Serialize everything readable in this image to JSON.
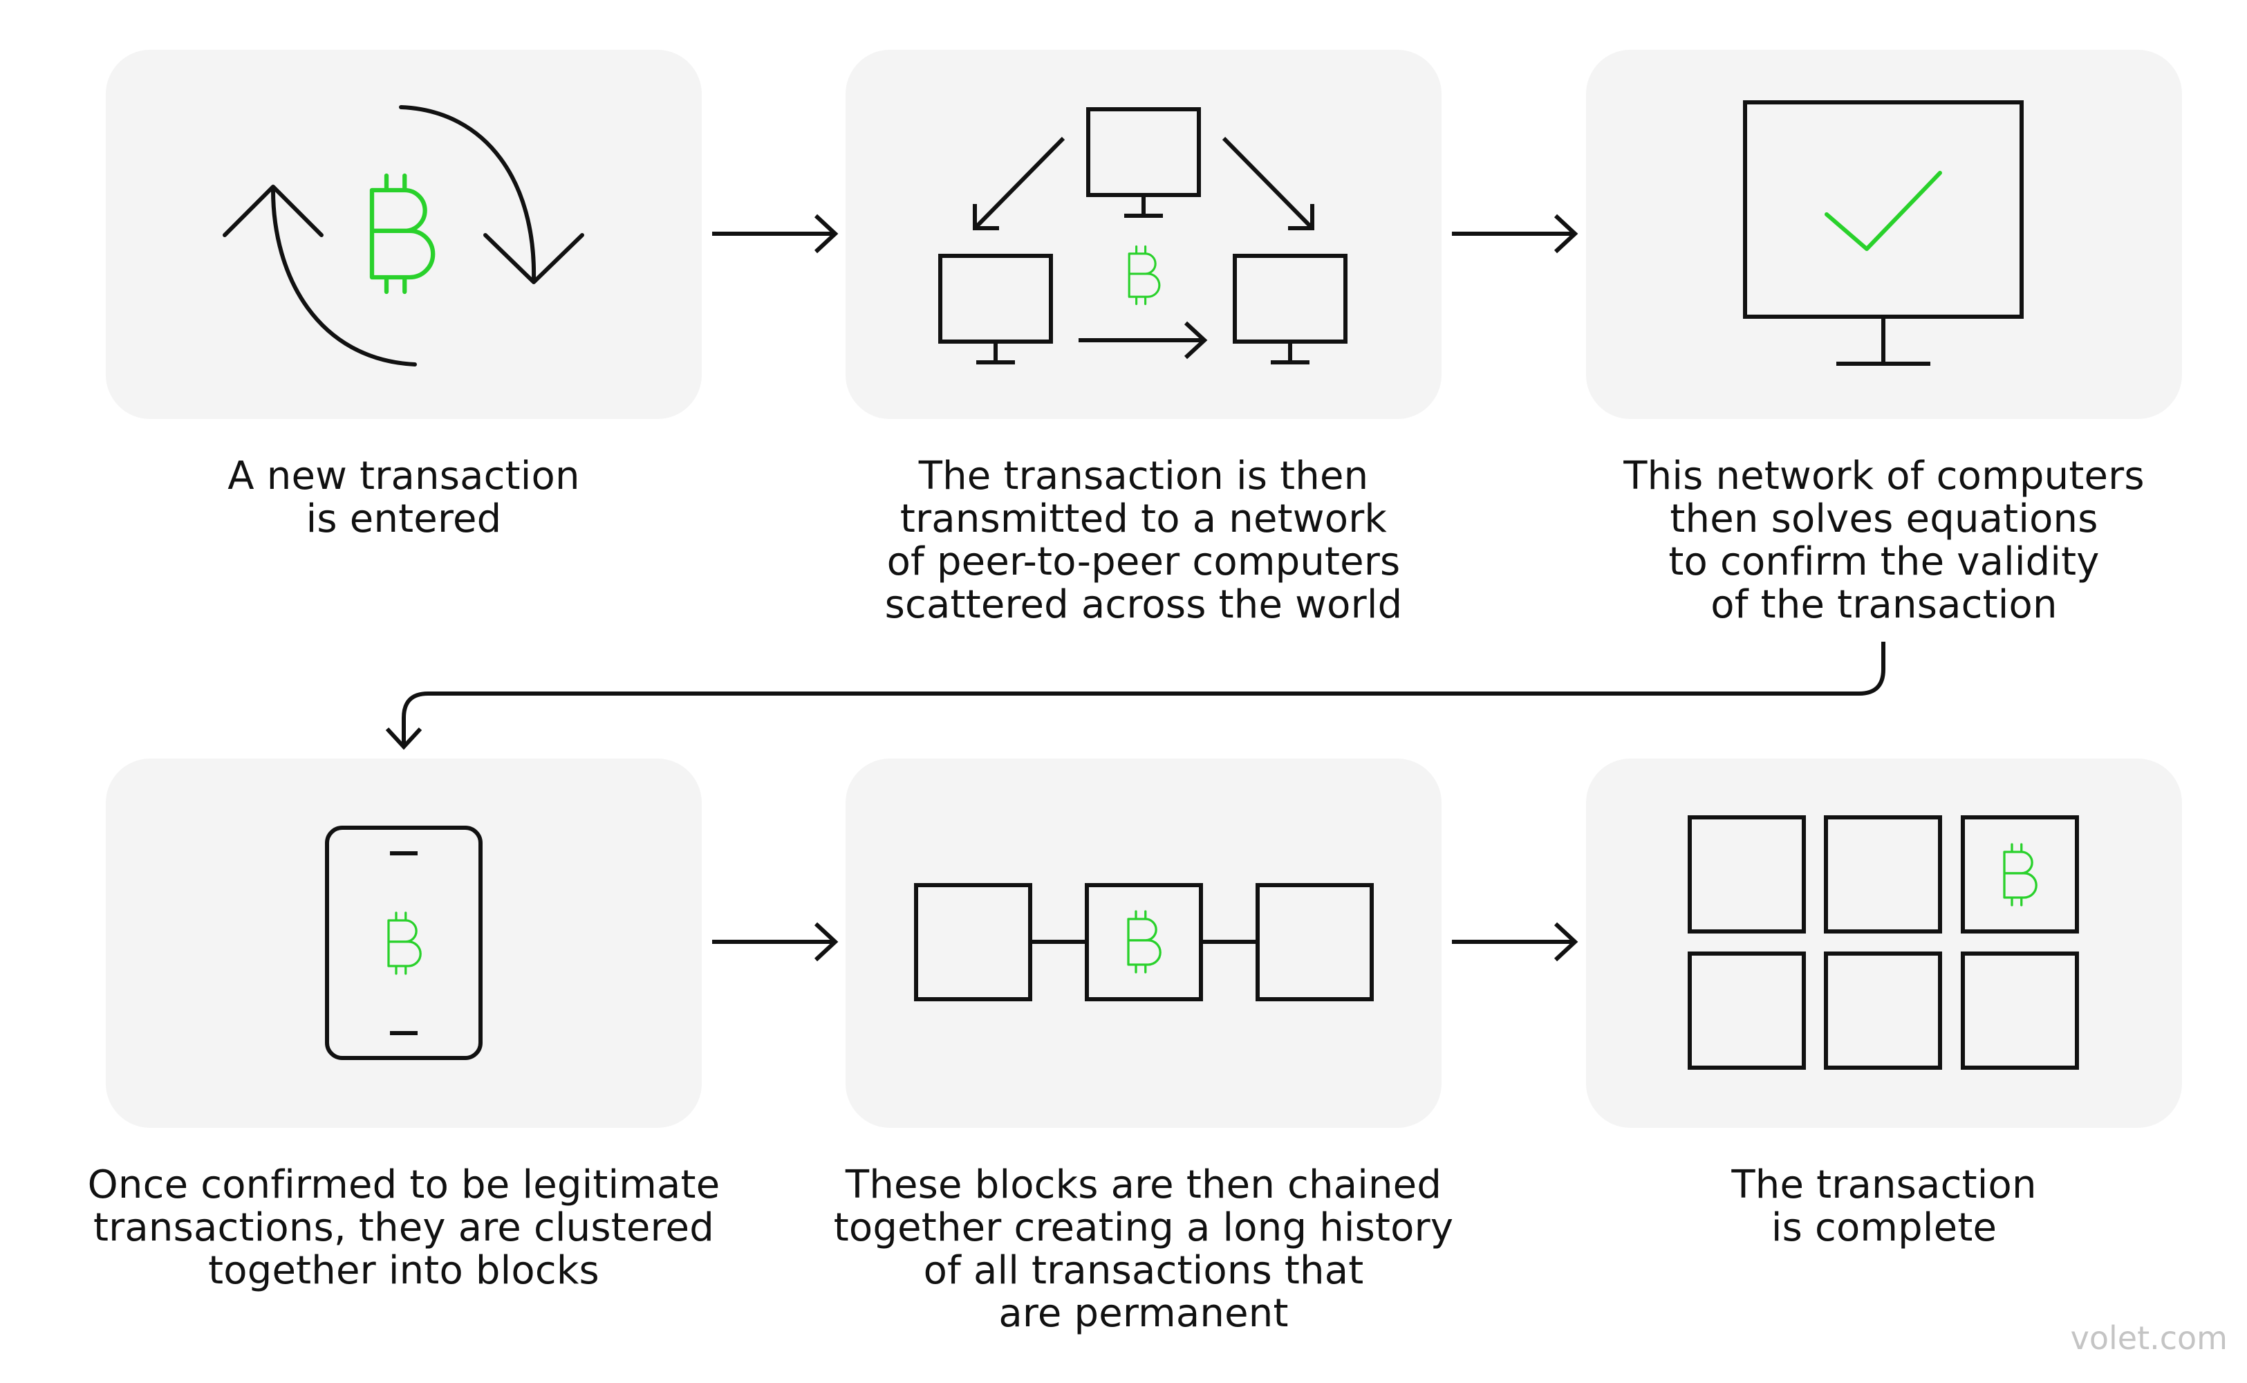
{
  "colors": {
    "accent": "#29d12b",
    "ink": "#111111",
    "card": "#f4f4f4",
    "watermark": "#c4c4c4"
  },
  "steps": [
    {
      "icon": "bitcoin-refresh-icon",
      "caption": "A new transaction\nis entered"
    },
    {
      "icon": "peer-network-icon",
      "caption": "The transaction is then\ntransmitted to a network\nof peer-to-peer computers\nscattered across the world"
    },
    {
      "icon": "monitor-checkmark-icon",
      "caption": "This network of computers\nthen solves equations\nto confirm the validity\nof the transaction"
    },
    {
      "icon": "phone-bitcoin-icon",
      "caption": "Once confirmed to be legitimate\ntransactions, they are clustered\ntogether into blocks"
    },
    {
      "icon": "block-chain-icon",
      "caption": "These blocks are then chained\ntogether creating a long history\nof all transactions that\nare permanent"
    },
    {
      "icon": "block-grid-icon",
      "caption": "The transaction\nis complete"
    }
  ],
  "watermark": "volet.com"
}
